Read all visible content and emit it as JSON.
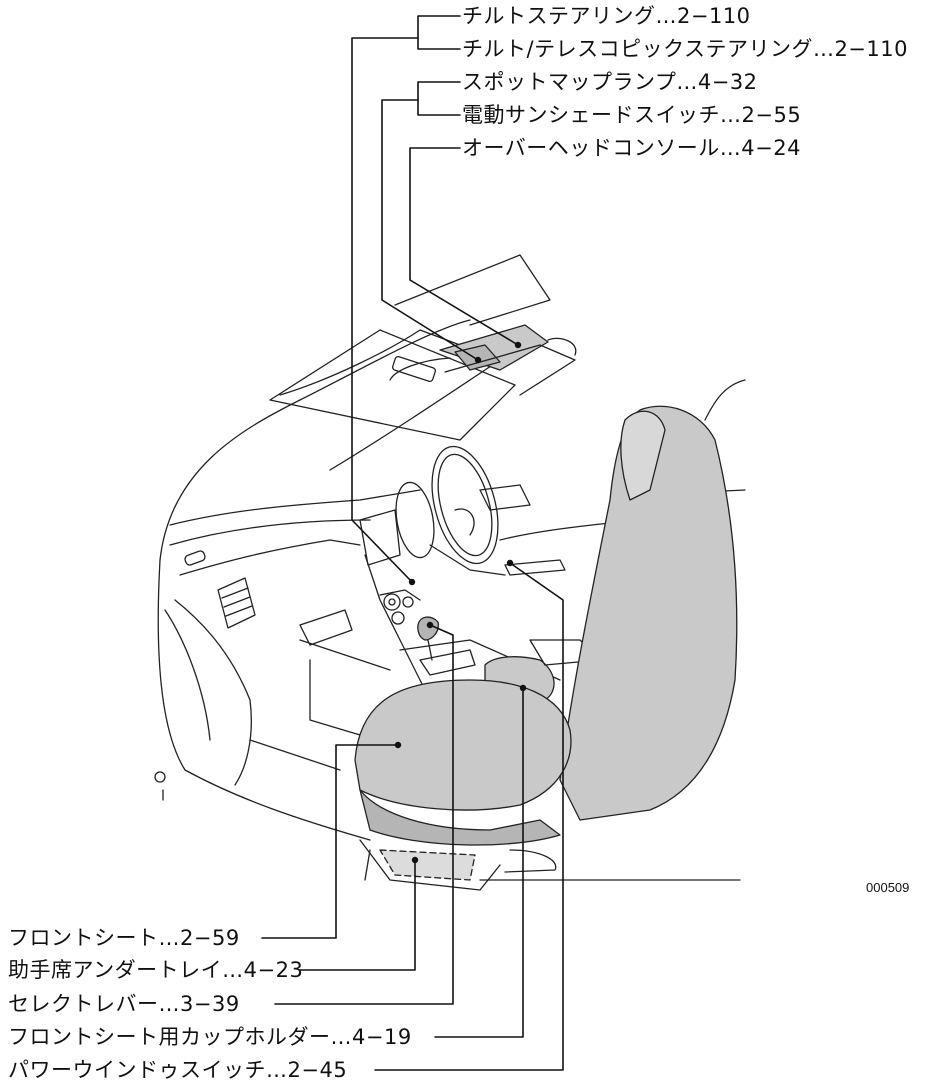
{
  "labels_top": [
    {
      "id": "tilt-steering",
      "text": "チルトステアリング…2−110"
    },
    {
      "id": "tilt-telescopic-steering",
      "text": "チルト/テレスコピックステアリング…2−110"
    },
    {
      "id": "spot-map-lamp",
      "text": "スポットマップランプ…4−32"
    },
    {
      "id": "power-sunshade-switch",
      "text": "電動サンシェードスイッチ…2−55"
    },
    {
      "id": "overhead-console",
      "text": "オーバーヘッドコンソール…4−24"
    }
  ],
  "labels_bottom": [
    {
      "id": "front-seat",
      "text": "フロントシート…2−59"
    },
    {
      "id": "passenger-under-tray",
      "text": "助手席アンダートレイ…4−23"
    },
    {
      "id": "select-lever",
      "text": "セレクトレバー…3−39"
    },
    {
      "id": "front-seat-cup-holder",
      "text": "フロントシート用カップホルダー…4−19"
    },
    {
      "id": "power-window-switch",
      "text": "パワーウインドゥスイッチ…2−45"
    }
  ],
  "figure_code": "000509"
}
